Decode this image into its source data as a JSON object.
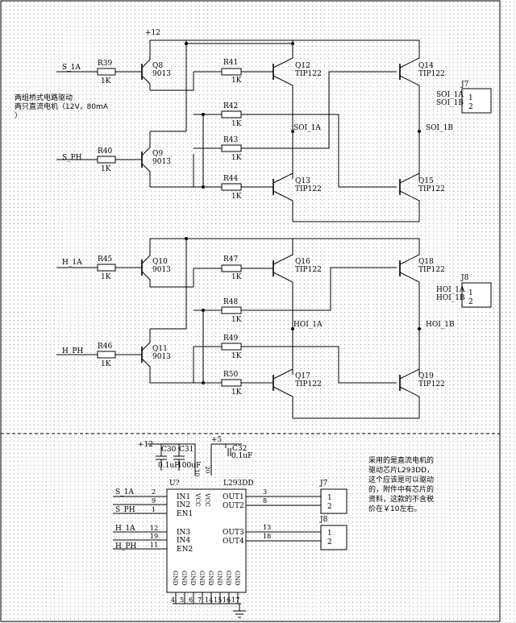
{
  "header_note": {
    "line1": "两组桥式电路驱动",
    "line2": "两只直流电机（12V，80mA",
    "line3": "）"
  },
  "power": {
    "vcc12": "+12",
    "vcc5": "+5"
  },
  "inputs": {
    "s1a": "S_1A",
    "sph": "S_PH",
    "h1a": "H_1A",
    "hph": "H_PH"
  },
  "resistors": [
    {
      "ref": "R39",
      "value": "1K"
    },
    {
      "ref": "R40",
      "value": "1K"
    },
    {
      "ref": "R41",
      "value": "1K"
    },
    {
      "ref": "R42",
      "value": "1K"
    },
    {
      "ref": "R43",
      "value": "1K"
    },
    {
      "ref": "R44",
      "value": "1K"
    },
    {
      "ref": "R45",
      "value": "1K"
    },
    {
      "ref": "R46",
      "value": "1K"
    },
    {
      "ref": "R47",
      "value": "1K"
    },
    {
      "ref": "R48",
      "value": "1K"
    },
    {
      "ref": "R49",
      "value": "1K"
    },
    {
      "ref": "R50",
      "value": "1K"
    }
  ],
  "small_transistors": [
    {
      "ref": "Q8",
      "part": "9013"
    },
    {
      "ref": "Q9",
      "part": "9013"
    },
    {
      "ref": "Q10",
      "part": "9013"
    },
    {
      "ref": "Q11",
      "part": "9013"
    }
  ],
  "power_transistors": [
    {
      "ref": "Q12",
      "part": "TIP122"
    },
    {
      "ref": "Q14",
      "part": "TIP122"
    },
    {
      "ref": "Q13",
      "part": "TIP122"
    },
    {
      "ref": "Q15",
      "part": "TIP122"
    },
    {
      "ref": "Q16",
      "part": "TIP122"
    },
    {
      "ref": "Q18",
      "part": "TIP122"
    },
    {
      "ref": "Q17",
      "part": "TIP122"
    },
    {
      "ref": "Q19",
      "part": "TIP122"
    }
  ],
  "nets": {
    "soi1a": "SOI_1A",
    "soi1b": "SOI_1B",
    "hoi1a": "HOI_1A",
    "hoi1b": "HOI_1B"
  },
  "connectors": {
    "j7_top": {
      "ref": "J7",
      "label1": "SOI_1A",
      "label2": "SOI_1B",
      "pin1": "1",
      "pin2": "2"
    },
    "j8_top": {
      "ref": "J8",
      "label1": "HOI_1A",
      "label2": "HOI_1B",
      "pin1": "1",
      "pin2": "2"
    },
    "j7_bottom": {
      "ref": "J7",
      "pin1": "1",
      "pin2": "2"
    },
    "j8_bottom": {
      "ref": "J8",
      "pin1": "1",
      "pin2": "2"
    }
  },
  "capacitors": {
    "c30": "C30",
    "c31": "C31",
    "c32": "C32",
    "c30_value": "0.1uF",
    "c31_value": "100uF",
    "c32_value": "0.1uF"
  },
  "ic": {
    "ref": "U?",
    "part": "L293DD",
    "vcc_pin_10": "10",
    "vcc_pin_20": "20",
    "left_pins": [
      {
        "num": "2",
        "name": "IN1"
      },
      {
        "num": "9",
        "name": "IN2"
      },
      {
        "num": "1",
        "name": "EN1"
      },
      {
        "num": "12",
        "name": "IN3"
      },
      {
        "num": "19",
        "name": "IN4"
      },
      {
        "num": "11",
        "name": "EN2"
      }
    ],
    "right_pins": [
      {
        "num": "3",
        "name": "OUT1"
      },
      {
        "num": "8",
        "name": "OUT2"
      },
      {
        "num": "13",
        "name": "OUT3"
      },
      {
        "num": "18",
        "name": "OUT4"
      }
    ],
    "vcc_label": "VCC",
    "gnd_label": "GND",
    "gnd_pins": [
      "4",
      "5",
      "6",
      "7",
      "14",
      "15",
      "16",
      "17"
    ]
  },
  "footer_note": {
    "line1": "采用的是直流电机的",
    "line2": "驱动芯片L293DD，",
    "line3": "这个应该是可以驱动",
    "line4": "的，附件中有芯片的",
    "line5": "资料，这款的不含税",
    "line6": "价在￥10左右。"
  }
}
